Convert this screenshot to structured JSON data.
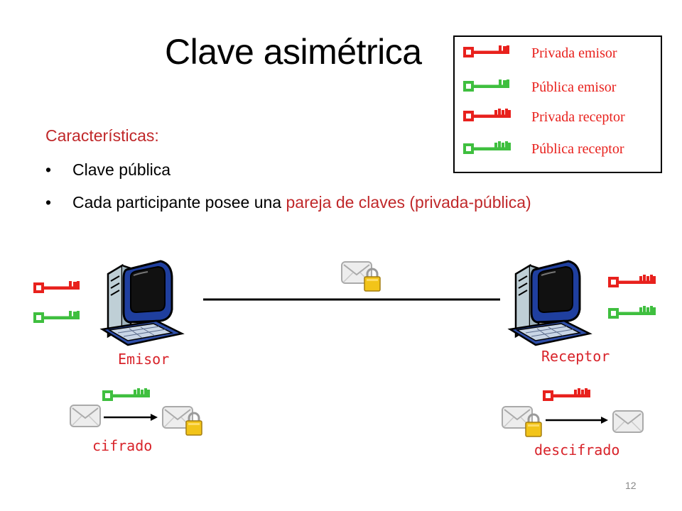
{
  "slide": {
    "title": "Clave asimétrica",
    "heading": "Características:",
    "bullets": [
      {
        "text": "Clave pública"
      },
      {
        "text_before": "Cada participante posee una ",
        "highlight": "pareja de claves (privada-pública)"
      }
    ],
    "page_number": "12"
  },
  "legend": {
    "items": [
      {
        "label": "Privada emisor",
        "key_color": "red",
        "teeth": "emisor"
      },
      {
        "label": "Pública emisor",
        "key_color": "green",
        "teeth": "emisor"
      },
      {
        "label": "Privada receptor",
        "key_color": "red",
        "teeth": "receptor"
      },
      {
        "label": "Pública receptor",
        "key_color": "green",
        "teeth": "receptor"
      }
    ]
  },
  "diagram": {
    "sender_label": "Emisor",
    "receiver_label": "Receptor",
    "encrypt_label": "cifrado",
    "decrypt_label": "descifrado",
    "icons": {
      "computer": "computer-icon",
      "envelope": "envelope-icon",
      "padlock": "padlock-icon",
      "key": "key-icon"
    }
  },
  "colors": {
    "key_red": "#e8211d",
    "key_green": "#3fbf3f",
    "accent_text": "#c0282a",
    "label_red": "#d8232a",
    "monitor_blue": "#1f3f9f"
  }
}
